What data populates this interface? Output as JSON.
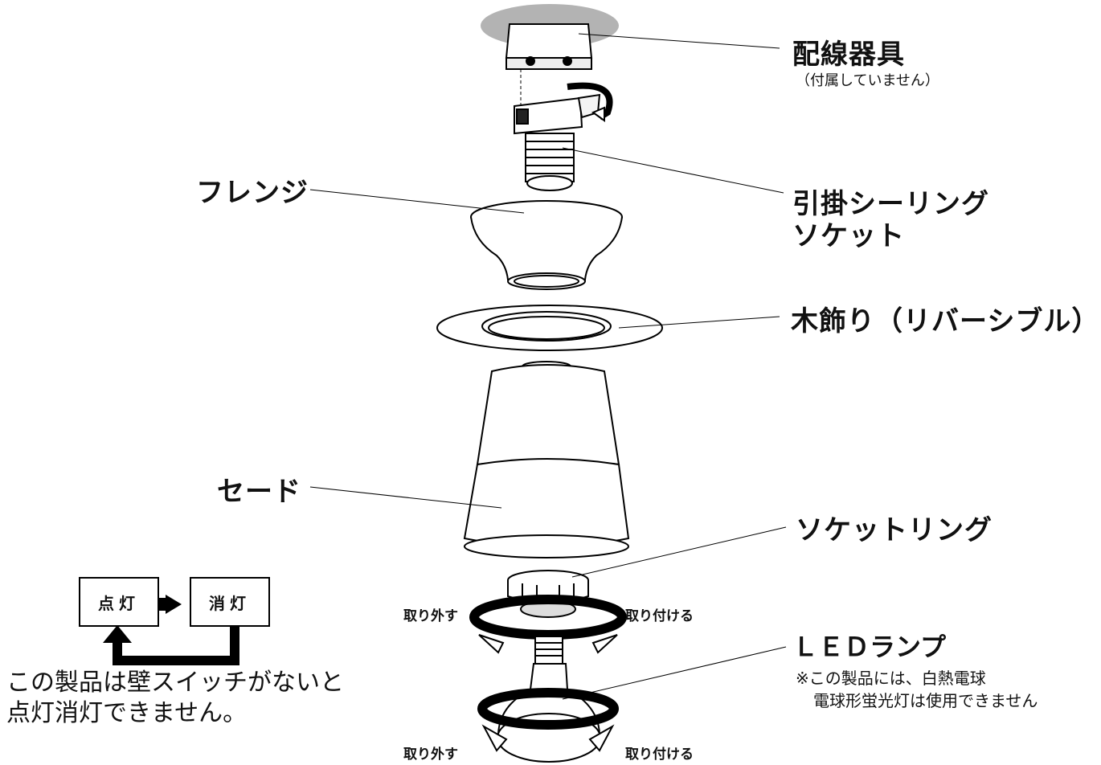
{
  "labels": {
    "wiring_device": "配線器具",
    "wiring_device_note": "（付属していません）",
    "flange": "フレンジ",
    "hook_socket_line1": "引掛シーリング",
    "hook_socket_line2": "ソケット",
    "wood_ring": "木飾り（リバーシブル）",
    "shade": "セード",
    "socket_ring": "ソケットリング",
    "led_lamp": "ＬＥＤランプ",
    "led_note_line1": "※この製品には、白熱電球",
    "led_note_line2": "電球形蛍光灯は使用できません"
  },
  "actions": {
    "remove": "取り外す",
    "attach": "取り付ける"
  },
  "switch_diagram": {
    "on_label": "点灯",
    "off_label": "消灯",
    "caption_line1": "この製品は壁スイッチがないと",
    "caption_line2": "点灯消灯できません。"
  },
  "colors": {
    "line": "#000000",
    "ceiling_gray": "#b3b3b3",
    "fill_light": "#ffffff",
    "fill_gray": "#d9d9d9"
  }
}
